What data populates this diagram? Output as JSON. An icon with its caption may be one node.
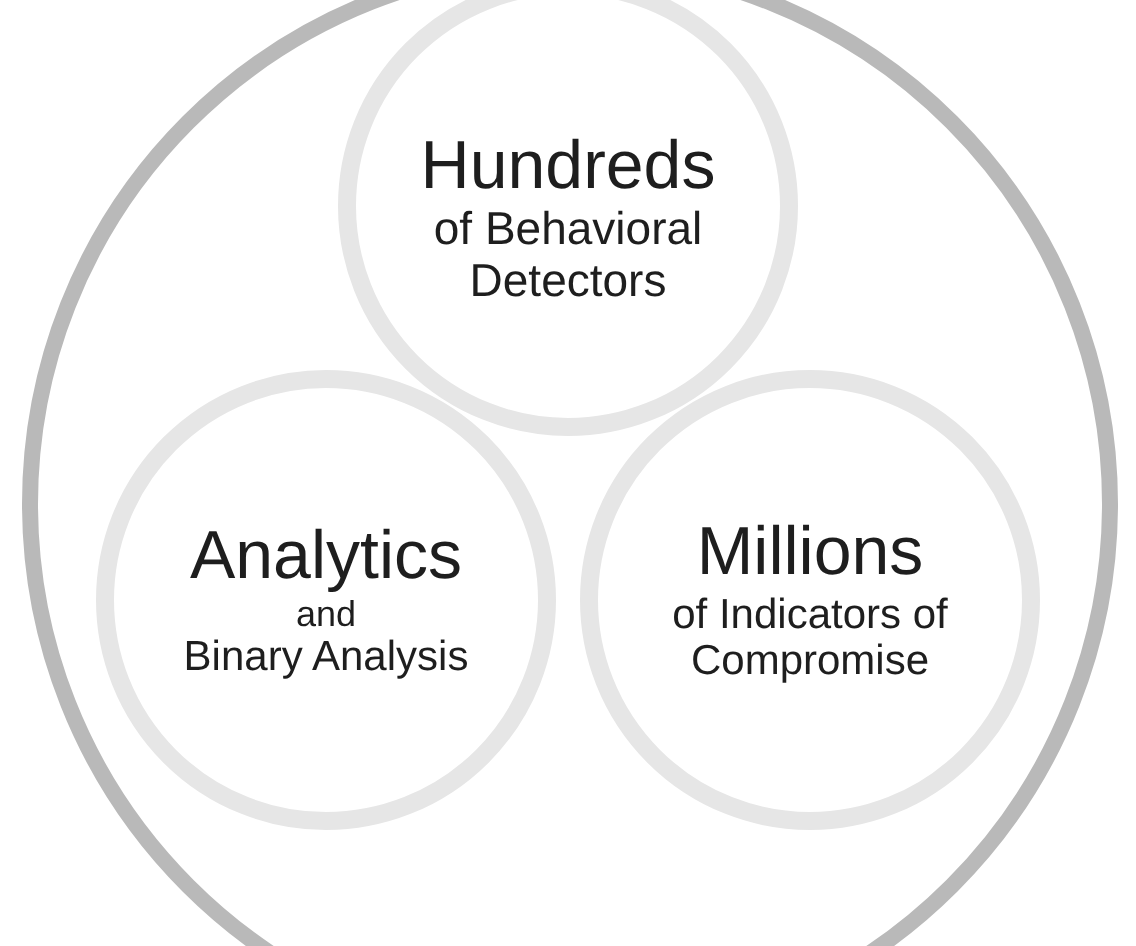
{
  "diagram": {
    "nodes": [
      {
        "text": [],
        "shape": "circle"
      },
      {
        "text": [
          "Hundreds",
          "of Behavioral Detectors"
        ],
        "in": 0
      },
      {
        "text": [
          "Analytics",
          "and",
          "Binary Analysis"
        ],
        "in": 0
      },
      {
        "text": [
          "Millions",
          "of Indicators of Compromise"
        ],
        "in": 0
      }
    ]
  }
}
